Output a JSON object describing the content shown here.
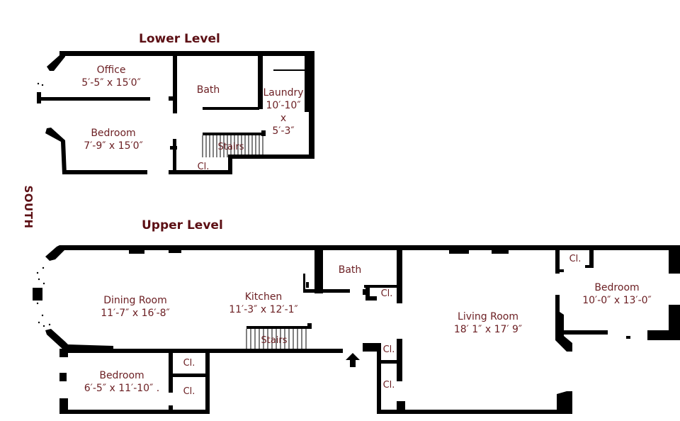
{
  "compass": {
    "label": "SOUTH"
  },
  "lower_level": {
    "title": "Lower Level",
    "rooms": [
      {
        "name": "Office",
        "dims": "5′-5″ x 15′0″"
      },
      {
        "name": "Bedroom",
        "dims": "7′-9″ x 15′0″"
      },
      {
        "name": "Bath",
        "dims": ""
      },
      {
        "name": "Laundry",
        "dims": "10′-10″",
        "dims2": "x",
        "dims3": "5′-3″"
      },
      {
        "name": "Stairs",
        "dims": ""
      },
      {
        "name": "Cl.",
        "dims": ""
      }
    ]
  },
  "upper_level": {
    "title": "Upper Level",
    "rooms": [
      {
        "name": "Dining Room",
        "dims": "11′-7″ x 16′-8″"
      },
      {
        "name": "Kitchen",
        "dims": "11′-3″ x 12′-1″"
      },
      {
        "name": "Bath",
        "dims": ""
      },
      {
        "name": "Cl.",
        "dims": ""
      },
      {
        "name": "Living Room",
        "dims": "18′ 1″ x 17′ 9″"
      },
      {
        "name": "Bedroom",
        "dims": "10′-0″ x 13′-0″"
      },
      {
        "name": "Cl.",
        "dims": ""
      },
      {
        "name": "Bedroom",
        "dims": "6′-5″ x 11′-10″ ."
      },
      {
        "name": "Cl.",
        "dims": ""
      },
      {
        "name": "Cl.",
        "dims": ""
      },
      {
        "name": "Stairs",
        "dims": ""
      },
      {
        "name": "Cl.",
        "dims": ""
      },
      {
        "name": "Cl.",
        "dims": ""
      }
    ]
  },
  "colors": {
    "wall": "#000000",
    "label": "#6b1e22",
    "heading": "#5c0f14",
    "background": "#ffffff"
  }
}
